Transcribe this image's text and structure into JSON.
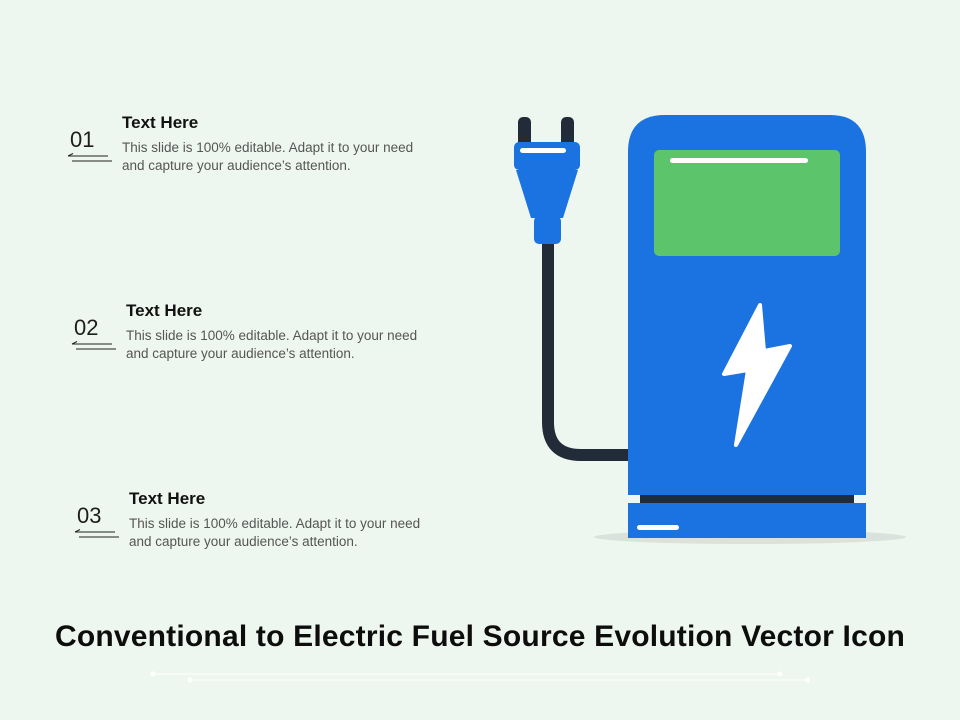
{
  "items": [
    {
      "number": "01",
      "heading": "Text Here",
      "description": "This slide is 100% editable. Adapt it to your need and capture your audience’s attention."
    },
    {
      "number": "02",
      "heading": "Text Here",
      "description": "This slide is 100% editable. Adapt it to your need and capture your audience’s attention."
    },
    {
      "number": "03",
      "heading": "Text Here",
      "description": "This slide is 100% editable. Adapt it to your need and capture your audience’s attention."
    }
  ],
  "title": "Conventional to Electric Fuel Source Evolution Vector Icon",
  "icons": [
    "electric-plug-icon",
    "charging-station-icon",
    "lightning-bolt-icon"
  ],
  "colors": {
    "background": "#eef7ef",
    "station_blue": "#1a73e0",
    "screen_green": "#5cc46a",
    "cable_dark": "#222b38",
    "shadow": "#d9e2dc"
  }
}
